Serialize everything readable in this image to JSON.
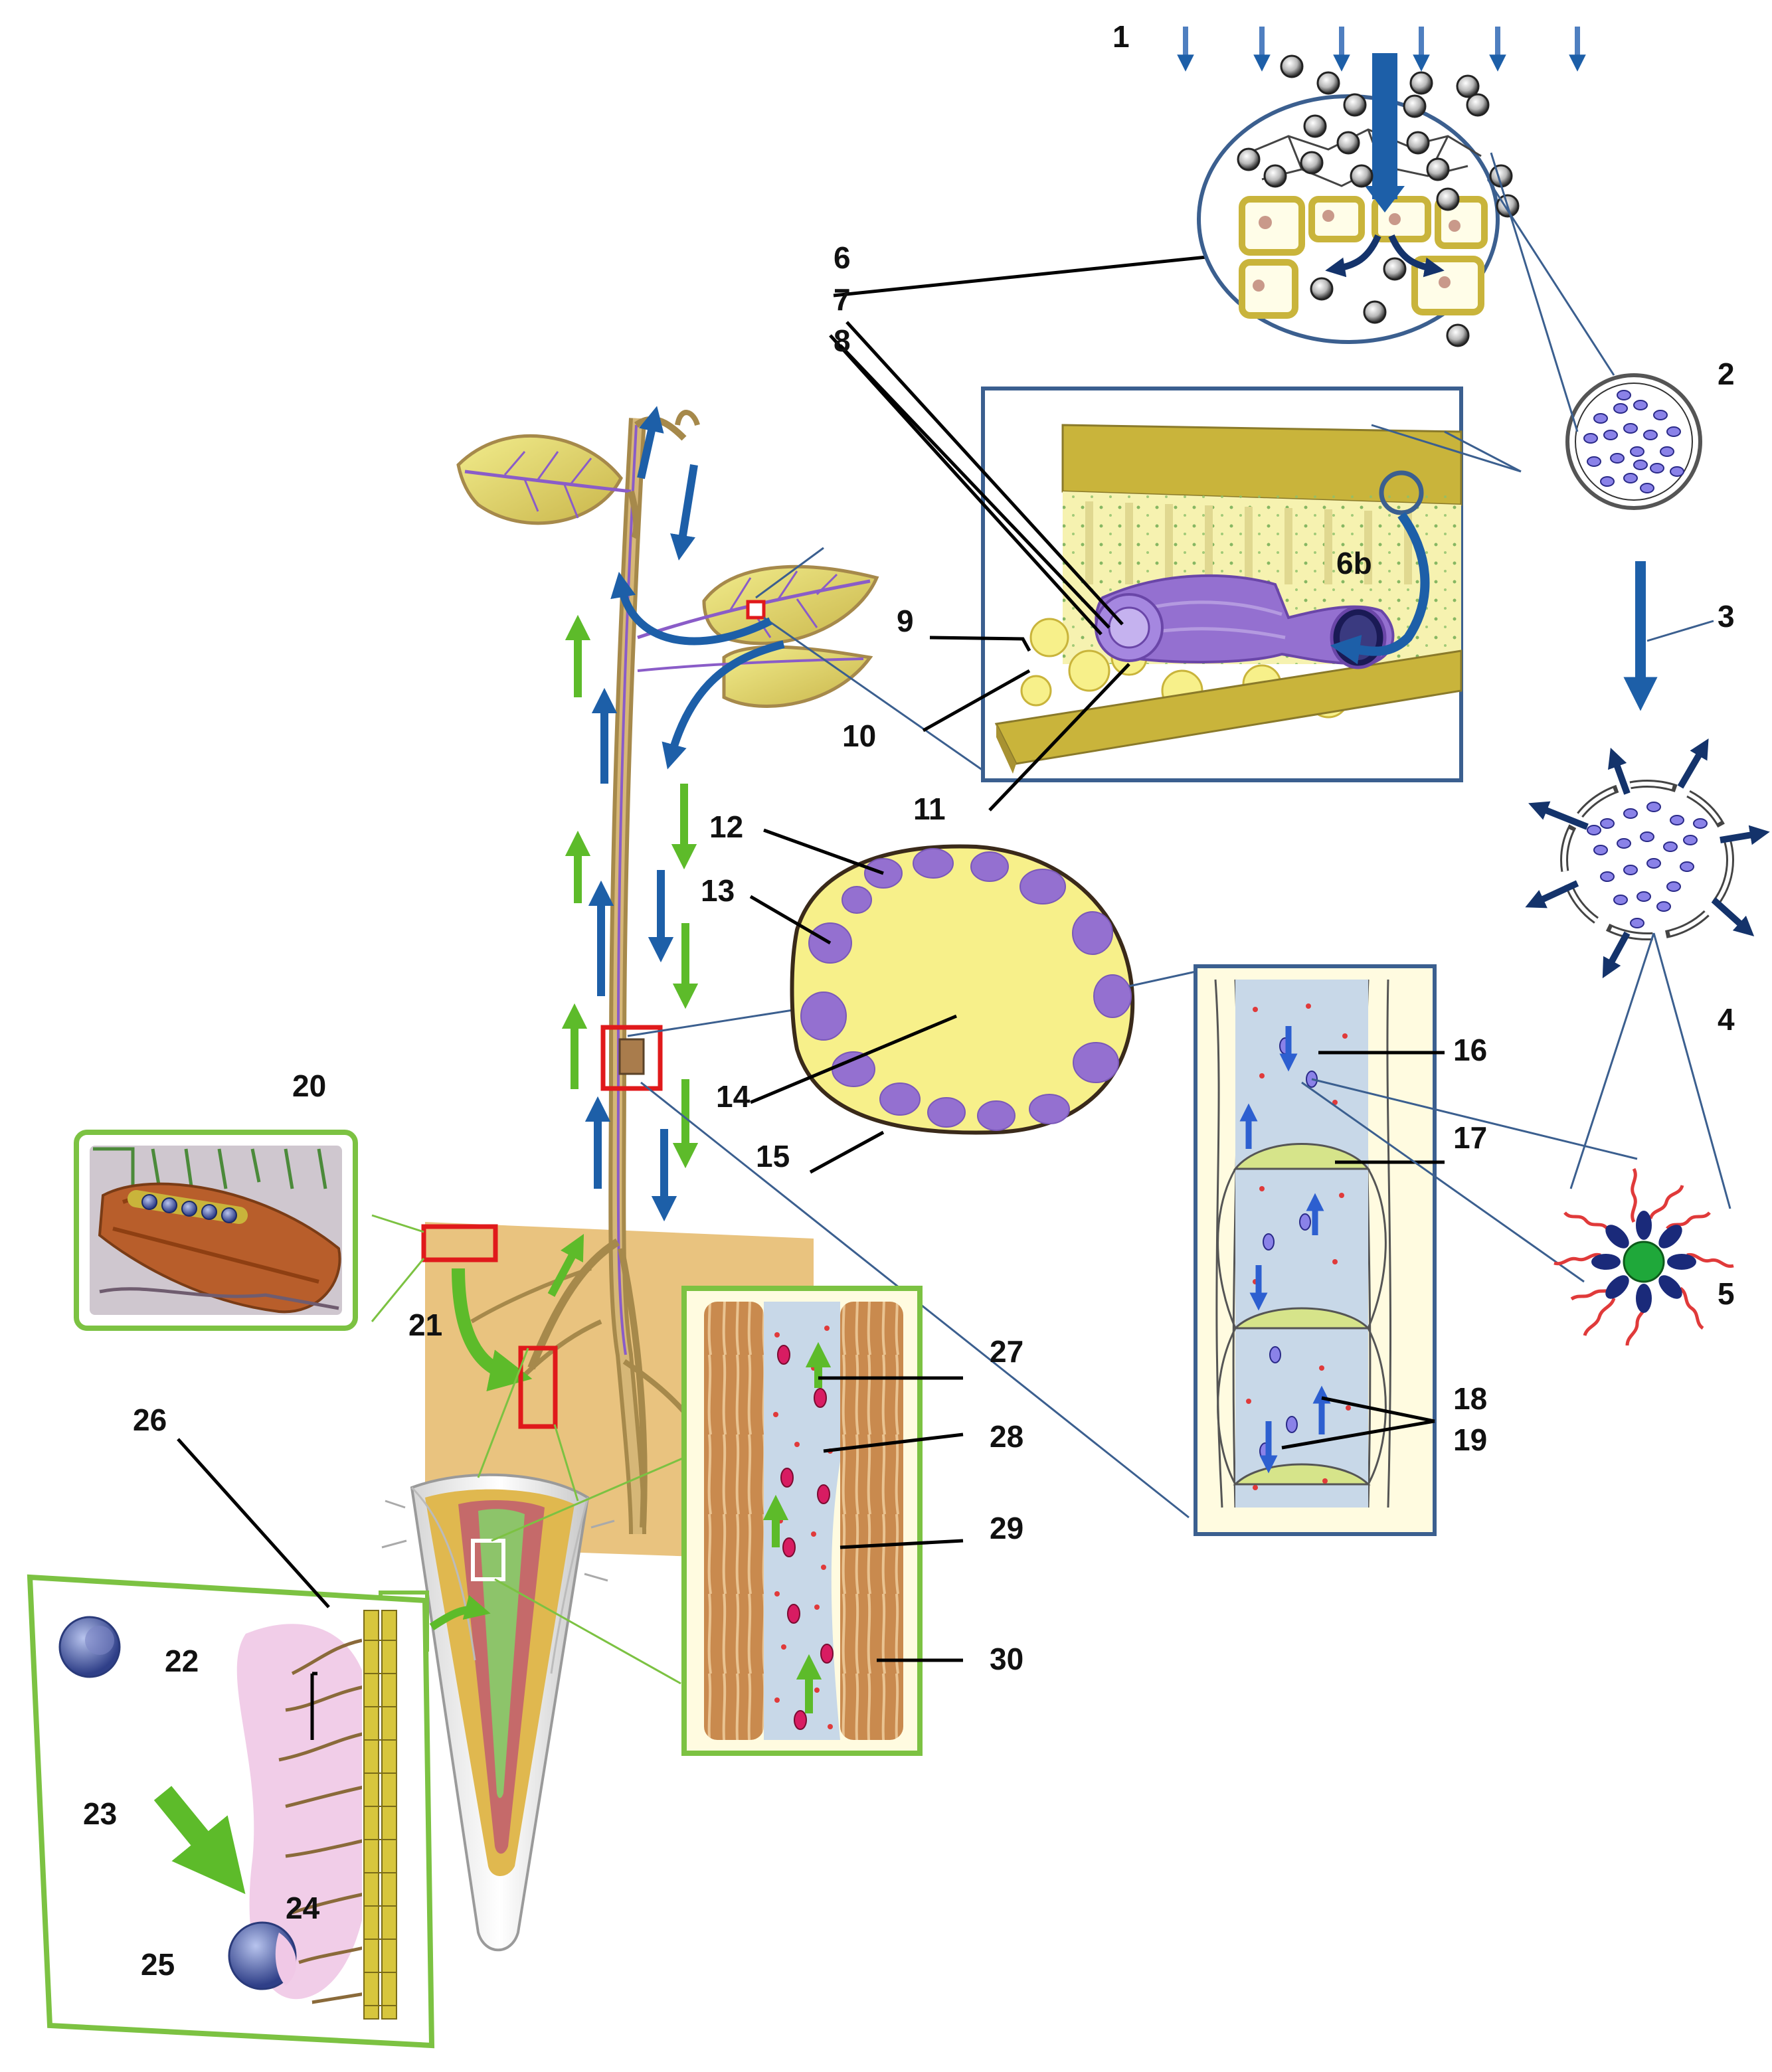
{
  "labels": {
    "l1": "1",
    "l2": "2",
    "l3": "3",
    "l4": "4",
    "l5": "5",
    "l6": "6",
    "l6b": "6b",
    "l7": "7",
    "l8": "8",
    "l9": "9",
    "l10": "10",
    "l11": "11",
    "l12": "12",
    "l13": "13",
    "l14": "14",
    "l15": "15",
    "l16": "16",
    "l17": "17",
    "l18": "18",
    "l19": "19",
    "l20": "20",
    "l21": "21",
    "l22": "22",
    "l23": "23",
    "l24": "24",
    "l25": "25",
    "l26": "26",
    "l27": "27",
    "l28": "28",
    "l29": "29",
    "l30": "30"
  },
  "colors": {
    "flow_blue": "#1d5fa8",
    "flow_green": "#5dbb2a",
    "frame_green": "#7cc242",
    "frame_blue": "#3b5f8f",
    "highlight_red": "#e0191b",
    "vein_purple": "#8a5cc8",
    "tissue_yellow": "#f7f08a",
    "soil": "#e9c37f"
  }
}
